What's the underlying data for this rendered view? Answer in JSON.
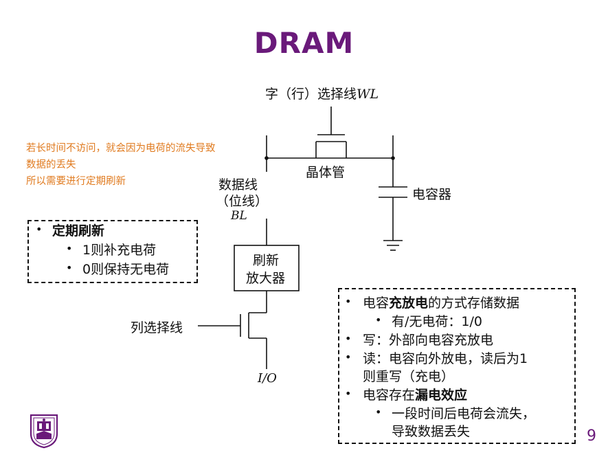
{
  "slide": {
    "title": "DRAM",
    "page_number": "9"
  },
  "diagram": {
    "word_line_label": "字（行）选择线",
    "word_line_symbol": "WL",
    "transistor_label": "晶体管",
    "capacitor_label": "电容器",
    "data_line_label_1": "数据线",
    "data_line_label_2": "（位线）",
    "bit_line_symbol": "BL",
    "amp_label_1": "刷新",
    "amp_label_2": "放大器",
    "column_select_label": "列选择线",
    "io_label": "I/O"
  },
  "note": {
    "lines": [
      "若长时间不访问，就会因为电荷的流失导致",
      "数据的丢失",
      "所以需要进行定期刷新"
    ],
    "color": "#e07b20"
  },
  "refresh_box": {
    "heading": "定期刷新",
    "items": [
      "1则补充电荷",
      "0则保持无电荷"
    ]
  },
  "info_box": {
    "line1_prefix": "电容",
    "line1_bold": "充放电",
    "line1_suffix": "的方式存储数据",
    "sub1": "有/无电荷：1/0",
    "line2": "写：外部向电容充放电",
    "line3a": "读：电容向外放电，读后为1",
    "line3b": "则重写（充电）",
    "line4_prefix": "电容存在",
    "line4_bold": "漏电效应",
    "sub2a": "一段时间后电荷会流失，",
    "sub2b": "导致数据丢失"
  },
  "colors": {
    "title": "#6a1a7a",
    "logo": "#6a1a7a"
  }
}
